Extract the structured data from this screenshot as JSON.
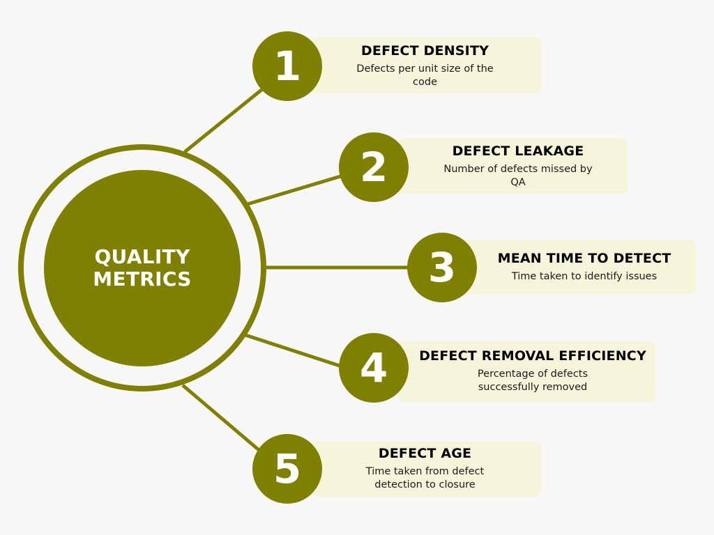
{
  "colors": {
    "background": "#f7f7f7",
    "accent": "#808000",
    "card_fill": "#f5f5dc",
    "title_text": "#000000",
    "hub_text": "#ffffff"
  },
  "hub": {
    "title": "QUALITY\nMETRICS"
  },
  "metrics": [
    {
      "number": "1",
      "title": "DEFECT DENSITY",
      "description": "Defects per unit size of the code"
    },
    {
      "number": "2",
      "title": "DEFECT LEAKAGE",
      "description": "Number of defects missed by QA"
    },
    {
      "number": "3",
      "title": "MEAN TIME TO DETECT",
      "description": "Time taken to identify issues"
    },
    {
      "number": "4",
      "title": "DEFECT REMOVAL EFFICIENCY",
      "description": "Percentage of defects successfully removed"
    },
    {
      "number": "5",
      "title": "DEFECT AGE",
      "description": "Time taken from defect detection to closure"
    }
  ]
}
